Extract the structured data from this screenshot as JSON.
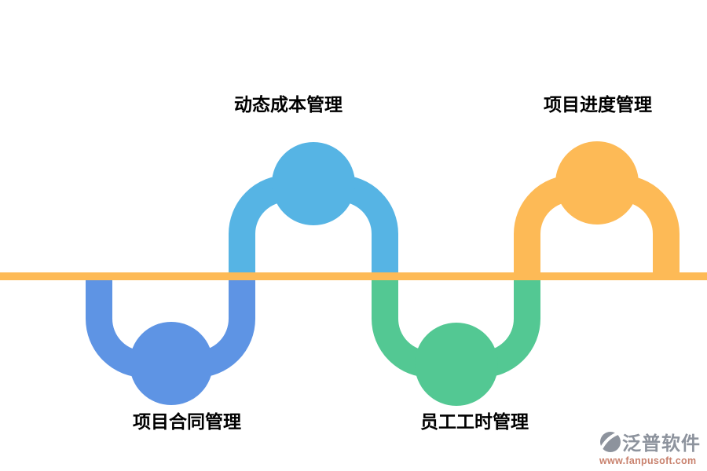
{
  "diagram": {
    "baseline_color": "#FDBA56",
    "nodes": [
      {
        "label": "项目合同管理",
        "side": "bottom-left",
        "color": "#5E94E4"
      },
      {
        "label": "动态成本管理",
        "side": "top-left",
        "color": "#56B4E4"
      },
      {
        "label": "员工工时管理",
        "side": "bottom-right",
        "color": "#53C893"
      },
      {
        "label": "项目进度管理",
        "side": "top-right",
        "color": "#FDBA56"
      }
    ]
  },
  "watermark": {
    "brand": "泛普软件",
    "url": "www.fanpusoft.com",
    "brand_color": "#8D939D",
    "url_color": "#C9826E"
  }
}
